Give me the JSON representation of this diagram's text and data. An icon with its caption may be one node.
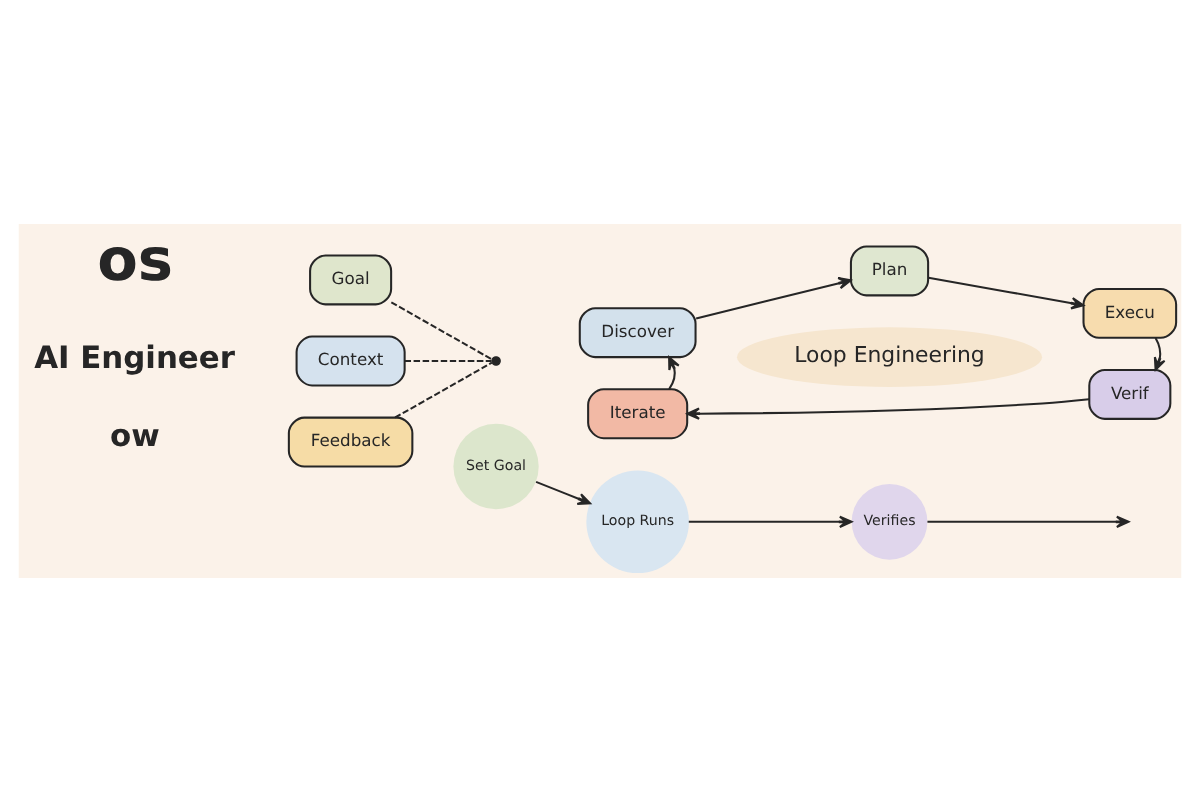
{
  "diagram": {
    "nodes": [
      {
        "text": [
          "Goal"
        ]
      },
      {
        "text": [
          "Context"
        ]
      },
      {
        "text": [
          "Feedback"
        ]
      },
      {
        "text": [],
        "shape": "circle"
      },
      {
        "text": [
          "Discover"
        ]
      },
      {
        "text": [
          "Plan"
        ]
      },
      {
        "text": [
          "Execu"
        ]
      },
      {
        "text": [
          "Loop Engineering"
        ]
      },
      {
        "text": [
          "Iterate"
        ]
      },
      {
        "text": [
          "Verif"
        ]
      },
      {
        "text": [
          "Set Goal"
        ]
      },
      {
        "text": [
          "Loop Runs"
        ]
      },
      {
        "text": [
          "Verifies"
        ]
      }
    ],
    "edges": [
      {
        "from": 0,
        "to": 3,
        "arrow": "none",
        "style": "dashed"
      },
      {
        "from": 1,
        "to": 3,
        "arrow": "none",
        "style": "dashed"
      },
      {
        "from": 2,
        "to": 3,
        "arrow": "none",
        "style": "dashed"
      },
      {
        "from": 4,
        "to": 5,
        "arrow": "to"
      },
      {
        "from": 5,
        "to": 6,
        "arrow": "to"
      },
      {
        "from": 6,
        "to": 9,
        "arrow": "to"
      },
      {
        "from": 9,
        "to": 8,
        "arrow": "to"
      },
      {
        "from": 8,
        "to": 4,
        "arrow": "to"
      },
      {
        "from": 10,
        "to": 11,
        "arrow": "to"
      },
      {
        "from": 11,
        "to": 12,
        "arrow": "to"
      },
      {
        "from": 12,
        "to": null,
        "arrow": "to"
      }
    ],
    "labels": [
      "os",
      "AI Engineer",
      "ow"
    ]
  }
}
